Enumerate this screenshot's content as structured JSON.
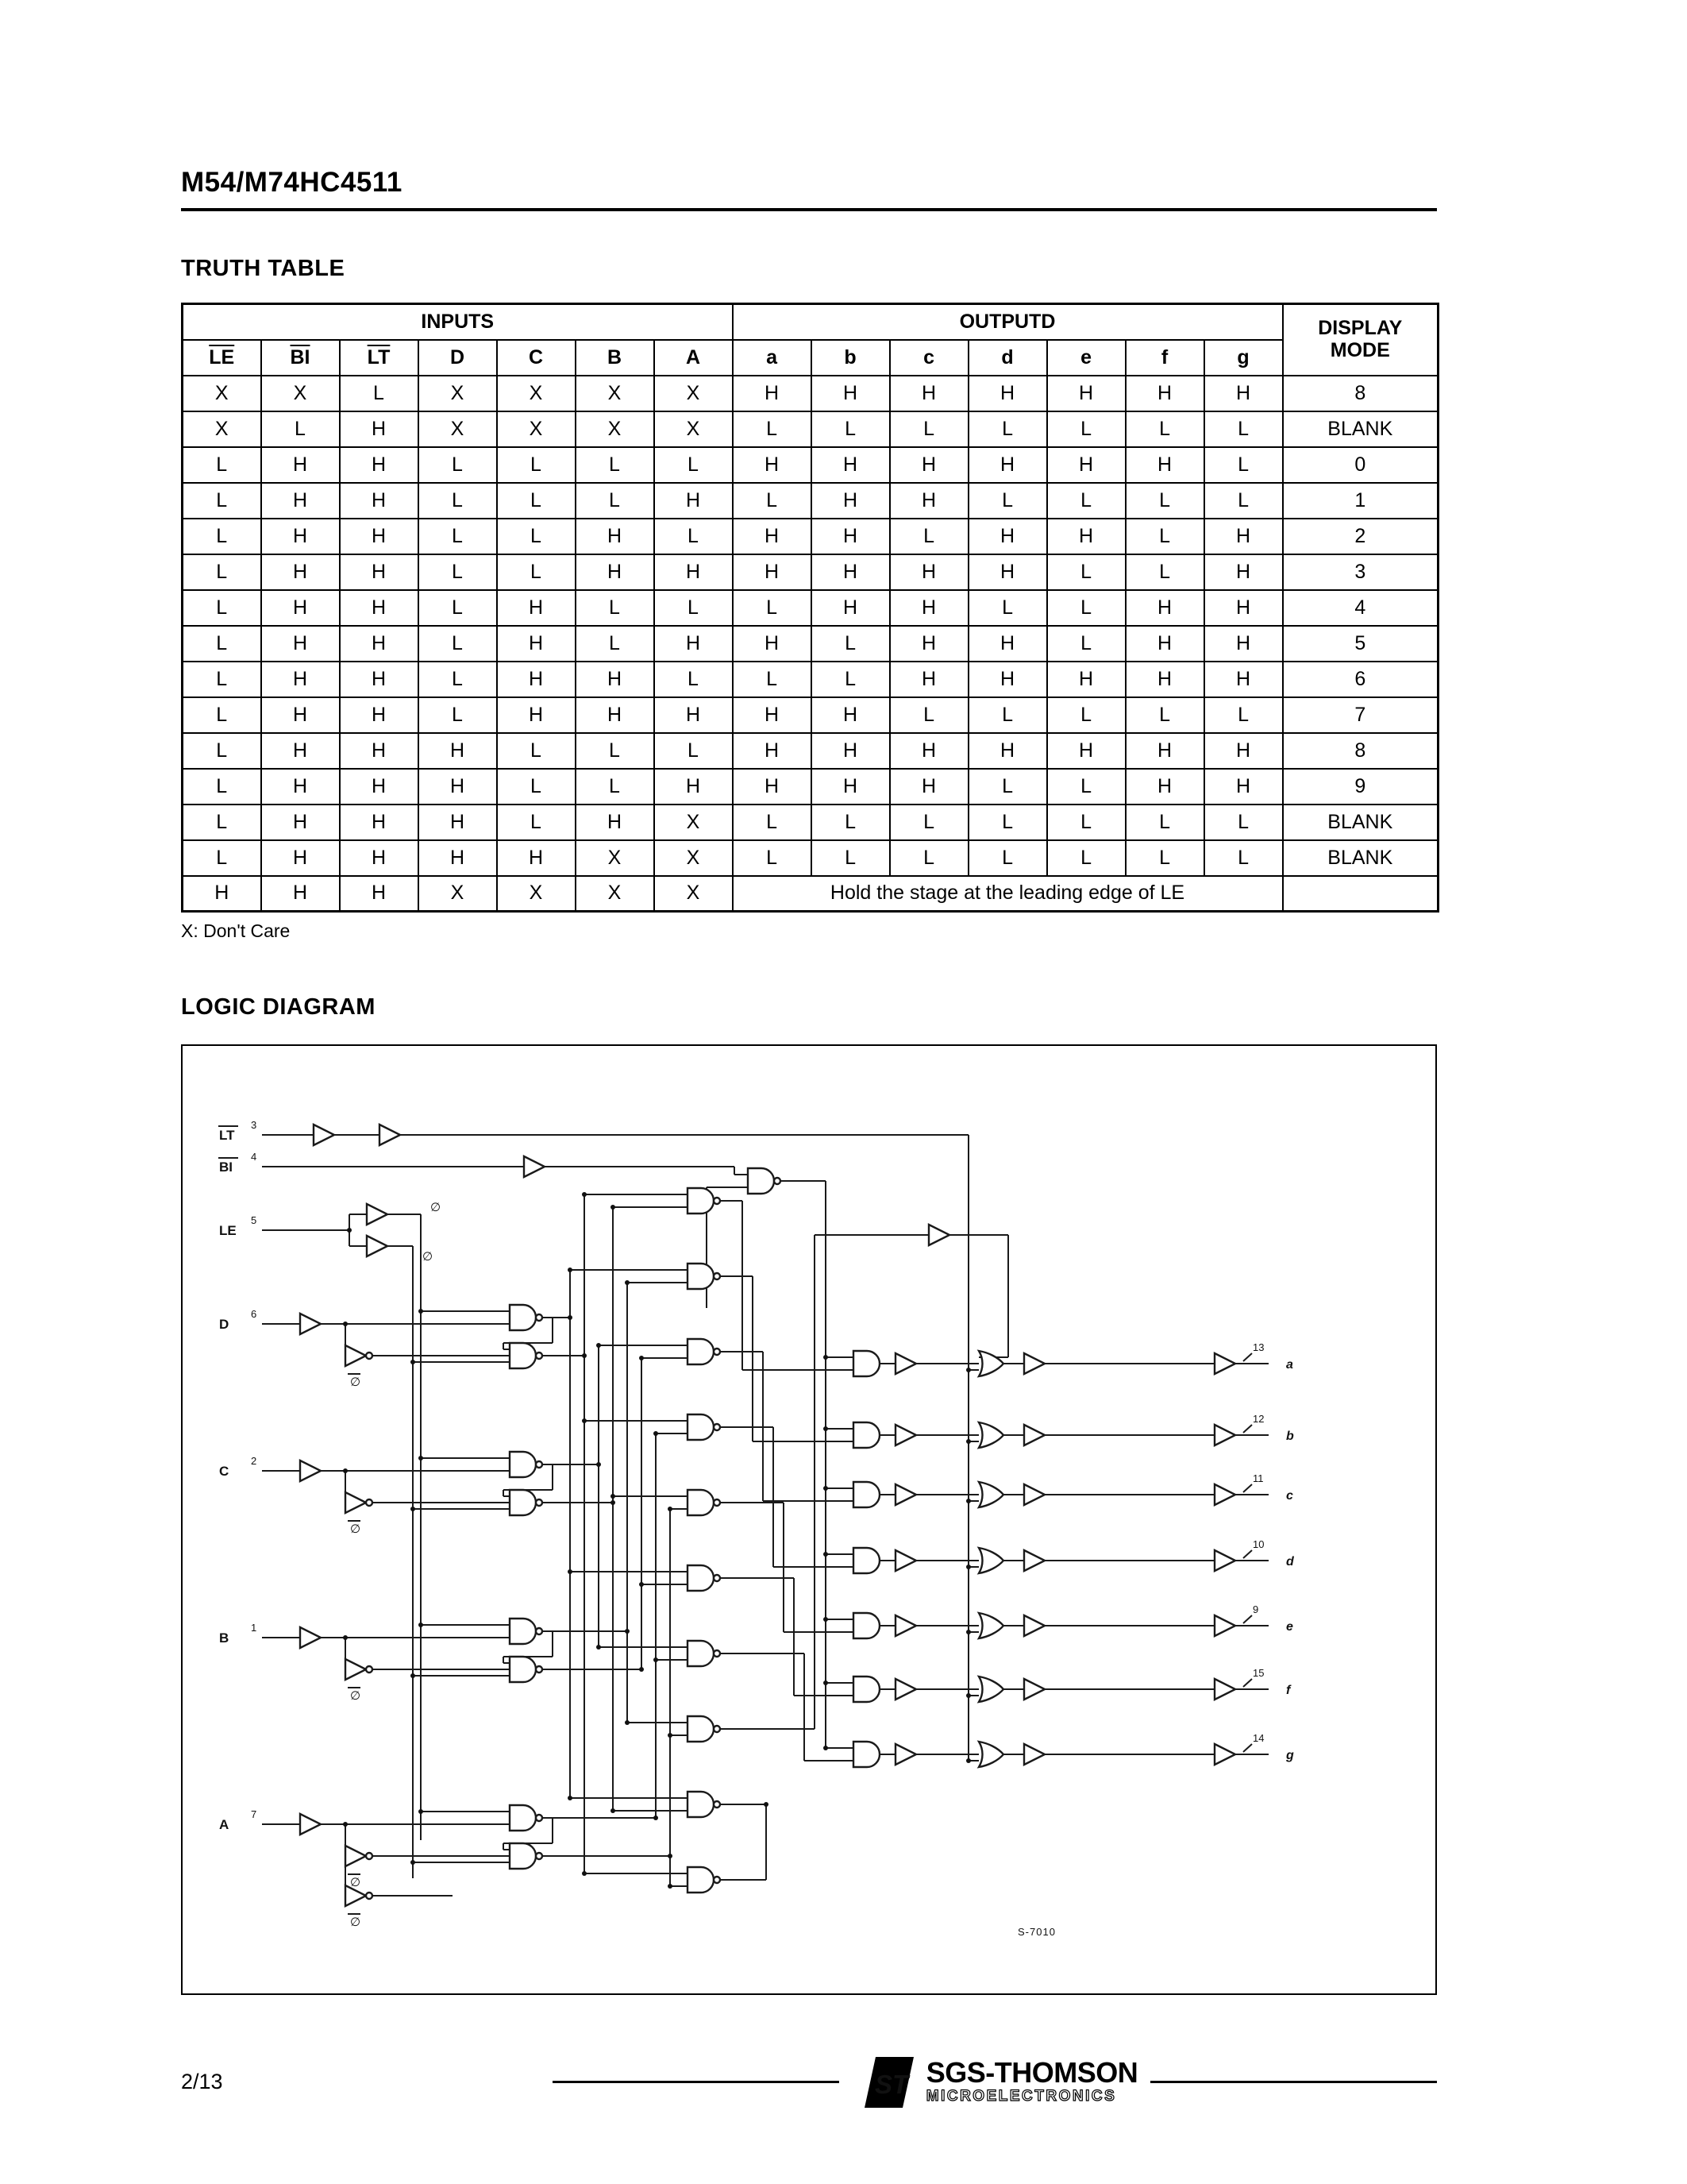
{
  "page": {
    "title": "M54/M74HC4511",
    "page_number": "2/13",
    "truth_table_heading": "TRUTH TABLE",
    "logic_diagram_heading": "LOGIC DIAGRAM",
    "footnote": "X: Don't Care"
  },
  "truth_table": {
    "groups": {
      "inputs": "INPUTS",
      "outputs": "OUTPUTD",
      "display_mode": "DISPLAY MODE"
    },
    "input_columns": [
      {
        "label": "LE",
        "overline": true
      },
      {
        "label": "BI",
        "overline": true
      },
      {
        "label": "LT",
        "overline": true
      },
      {
        "label": "D",
        "overline": false
      },
      {
        "label": "C",
        "overline": false
      },
      {
        "label": "B",
        "overline": false
      },
      {
        "label": "A",
        "overline": false
      }
    ],
    "output_columns": [
      "a",
      "b",
      "c",
      "d",
      "e",
      "f",
      "g"
    ],
    "rows": [
      {
        "inputs": [
          "X",
          "X",
          "L",
          "X",
          "X",
          "X",
          "X"
        ],
        "outputs": [
          "H",
          "H",
          "H",
          "H",
          "H",
          "H",
          "H"
        ],
        "mode": "8"
      },
      {
        "inputs": [
          "X",
          "L",
          "H",
          "X",
          "X",
          "X",
          "X"
        ],
        "outputs": [
          "L",
          "L",
          "L",
          "L",
          "L",
          "L",
          "L"
        ],
        "mode": "BLANK"
      },
      {
        "inputs": [
          "L",
          "H",
          "H",
          "L",
          "L",
          "L",
          "L"
        ],
        "outputs": [
          "H",
          "H",
          "H",
          "H",
          "H",
          "H",
          "L"
        ],
        "mode": "0"
      },
      {
        "inputs": [
          "L",
          "H",
          "H",
          "L",
          "L",
          "L",
          "H"
        ],
        "outputs": [
          "L",
          "H",
          "H",
          "L",
          "L",
          "L",
          "L"
        ],
        "mode": "1"
      },
      {
        "inputs": [
          "L",
          "H",
          "H",
          "L",
          "L",
          "H",
          "L"
        ],
        "outputs": [
          "H",
          "H",
          "L",
          "H",
          "H",
          "L",
          "H"
        ],
        "mode": "2"
      },
      {
        "inputs": [
          "L",
          "H",
          "H",
          "L",
          "L",
          "H",
          "H"
        ],
        "outputs": [
          "H",
          "H",
          "H",
          "H",
          "L",
          "L",
          "H"
        ],
        "mode": "3"
      },
      {
        "inputs": [
          "L",
          "H",
          "H",
          "L",
          "H",
          "L",
          "L"
        ],
        "outputs": [
          "L",
          "H",
          "H",
          "L",
          "L",
          "H",
          "H"
        ],
        "mode": "4"
      },
      {
        "inputs": [
          "L",
          "H",
          "H",
          "L",
          "H",
          "L",
          "H"
        ],
        "outputs": [
          "H",
          "L",
          "H",
          "H",
          "L",
          "H",
          "H"
        ],
        "mode": "5"
      },
      {
        "inputs": [
          "L",
          "H",
          "H",
          "L",
          "H",
          "H",
          "L"
        ],
        "outputs": [
          "L",
          "L",
          "H",
          "H",
          "H",
          "H",
          "H"
        ],
        "mode": "6"
      },
      {
        "inputs": [
          "L",
          "H",
          "H",
          "L",
          "H",
          "H",
          "H"
        ],
        "outputs": [
          "H",
          "H",
          "L",
          "L",
          "L",
          "L",
          "L"
        ],
        "mode": "7"
      },
      {
        "inputs": [
          "L",
          "H",
          "H",
          "H",
          "L",
          "L",
          "L"
        ],
        "outputs": [
          "H",
          "H",
          "H",
          "H",
          "H",
          "H",
          "H"
        ],
        "mode": "8"
      },
      {
        "inputs": [
          "L",
          "H",
          "H",
          "H",
          "L",
          "L",
          "H"
        ],
        "outputs": [
          "H",
          "H",
          "H",
          "L",
          "L",
          "H",
          "H"
        ],
        "mode": "9"
      },
      {
        "inputs": [
          "L",
          "H",
          "H",
          "H",
          "L",
          "H",
          "X"
        ],
        "outputs": [
          "L",
          "L",
          "L",
          "L",
          "L",
          "L",
          "L"
        ],
        "mode": "BLANK"
      },
      {
        "inputs": [
          "L",
          "H",
          "H",
          "H",
          "H",
          "X",
          "X"
        ],
        "outputs": [
          "L",
          "L",
          "L",
          "L",
          "L",
          "L",
          "L"
        ],
        "mode": "BLANK"
      },
      {
        "inputs": [
          "H",
          "H",
          "H",
          "X",
          "X",
          "X",
          "X"
        ],
        "outputs_span": "Hold the stage at the leading edge of LE",
        "mode": ""
      }
    ]
  },
  "logic_diagram": {
    "inputs": [
      {
        "label": "LT",
        "pin": "3",
        "overline": true
      },
      {
        "label": "BI",
        "pin": "4",
        "overline": true
      },
      {
        "label": "LE",
        "pin": "5",
        "overline": false
      },
      {
        "label": "D",
        "pin": "6",
        "overline": false
      },
      {
        "label": "C",
        "pin": "2",
        "overline": false
      },
      {
        "label": "B",
        "pin": "1",
        "overline": false
      },
      {
        "label": "A",
        "pin": "7",
        "overline": false
      }
    ],
    "outputs": [
      {
        "label": "a",
        "pin": "13"
      },
      {
        "label": "b",
        "pin": "12"
      },
      {
        "label": "c",
        "pin": "11"
      },
      {
        "label": "d",
        "pin": "10"
      },
      {
        "label": "e",
        "pin": "9"
      },
      {
        "label": "f",
        "pin": "15"
      },
      {
        "label": "g",
        "pin": "14"
      }
    ],
    "phi_label": "∅",
    "note": "S-7010"
  },
  "footer": {
    "brand": "SGS-THOMSON",
    "brand_sub": "MICROELECTRONICS",
    "logo_glyph": "ST"
  }
}
